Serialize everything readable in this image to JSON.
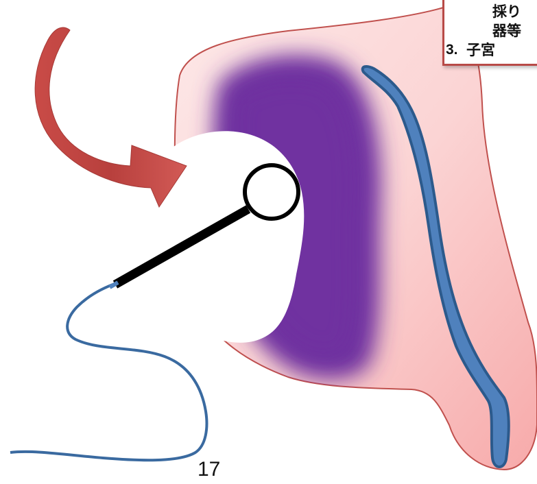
{
  "callout": {
    "line1": "採り",
    "line2": "器等",
    "line3_number": "3.",
    "line3_text": "子宮"
  },
  "page_number": "17",
  "colors": {
    "uterus_fill": "#f9c2c2",
    "uterus_outline": "#c0504d",
    "lesion": "#7030a0",
    "canal": "#4f81bd",
    "arrow": "#c0504d",
    "wire": "#3a6aa0",
    "probe": "#000000"
  },
  "icons": [
    "curved-arrow-icon",
    "probe-icon"
  ]
}
